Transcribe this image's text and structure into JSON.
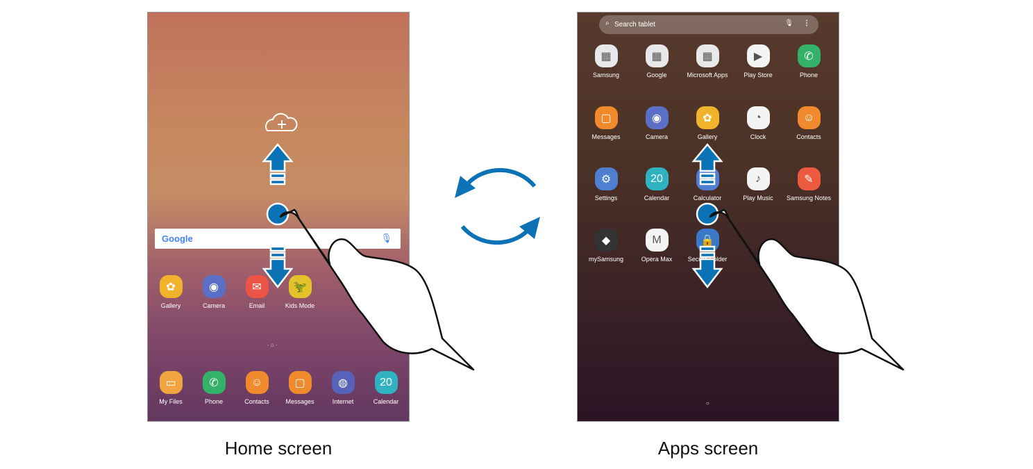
{
  "home": {
    "google_label": "Google",
    "apps": [
      {
        "label": "Gallery",
        "color": "#f2b32c",
        "glyph": "✿"
      },
      {
        "label": "Camera",
        "color": "#5b6fc7",
        "glyph": "◉"
      },
      {
        "label": "Email",
        "color": "#ec5446",
        "glyph": "✉"
      },
      {
        "label": "Kids Mode",
        "color": "#e3c22a",
        "glyph": "🦖"
      }
    ],
    "dock": [
      {
        "label": "My Files",
        "color": "#f0a442",
        "glyph": "▭"
      },
      {
        "label": "Phone",
        "color": "#34b26a",
        "glyph": "✆"
      },
      {
        "label": "Contacts",
        "color": "#f08a2c",
        "glyph": "☺"
      },
      {
        "label": "Messages",
        "color": "#f08a2c",
        "glyph": "▢"
      },
      {
        "label": "Internet",
        "color": "#5763b8",
        "glyph": "◍"
      },
      {
        "label": "Calendar",
        "color": "#2fb3c2",
        "glyph": "20"
      }
    ],
    "caption": "Home screen"
  },
  "apps": {
    "search_placeholder": "Search tablet",
    "grid": [
      {
        "label": "Samsung",
        "color": "#e8e8ea",
        "glyph": "▦"
      },
      {
        "label": "Google",
        "color": "#e8e8ea",
        "glyph": "▦"
      },
      {
        "label": "Microsoft Apps",
        "color": "#e8e8ea",
        "glyph": "▦"
      },
      {
        "label": "Play Store",
        "color": "#f4f4f4",
        "glyph": "▶"
      },
      {
        "label": "Phone",
        "color": "#34b26a",
        "glyph": "✆"
      },
      {
        "label": "Messages",
        "color": "#f08a2c",
        "glyph": "▢"
      },
      {
        "label": "Camera",
        "color": "#5b6fc7",
        "glyph": "◉"
      },
      {
        "label": "Gallery",
        "color": "#f2b32c",
        "glyph": "✿"
      },
      {
        "label": "Clock",
        "color": "#f4f4f4",
        "glyph": "◔"
      },
      {
        "label": "Contacts",
        "color": "#f08a2c",
        "glyph": "☺"
      },
      {
        "label": "Settings",
        "color": "#4f7fd1",
        "glyph": "⚙"
      },
      {
        "label": "Calendar",
        "color": "#2fb3c2",
        "glyph": "20"
      },
      {
        "label": "Calculator",
        "color": "#4f7fd1",
        "glyph": "±"
      },
      {
        "label": "Play Music",
        "color": "#f4f4f4",
        "glyph": "♪"
      },
      {
        "label": "Samsung Notes",
        "color": "#ec5a40",
        "glyph": "✎"
      },
      {
        "label": "mySamsung",
        "color": "#333",
        "glyph": "◆"
      },
      {
        "label": "Opera Max",
        "color": "#f4f4f4",
        "glyph": "M"
      },
      {
        "label": "Secure Folder",
        "color": "#3b78c8",
        "glyph": "🔒"
      }
    ],
    "caption": "Apps screen"
  },
  "accent": "#0a72b5"
}
